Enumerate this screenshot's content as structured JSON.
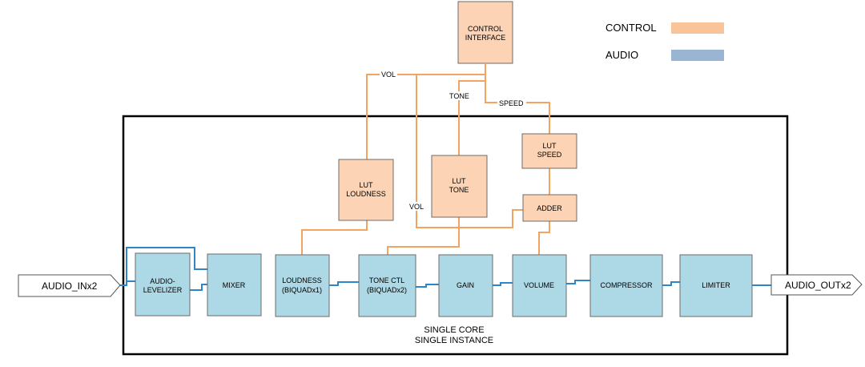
{
  "legend": {
    "control_label": "CONTROL",
    "audio_label": "AUDIO",
    "control_color": "#F9C49A",
    "audio_color": "#9AB4D4"
  },
  "colors": {
    "control_block_fill": "#FCD3B4",
    "audio_block_fill": "#ADD8E6",
    "control_line": "#F4A460",
    "audio_line": "#2E86C8",
    "frame": "#000000"
  },
  "control": {
    "interface_line1": "CONTROL",
    "interface_line2": "INTERFACE",
    "lut_loudness_line1": "LUT",
    "lut_loudness_line2": "LOUDNESS",
    "lut_tone_line1": "LUT",
    "lut_tone_line2": "TONE",
    "lut_speed_line1": "LUT",
    "lut_speed_line2": "SPEED",
    "adder": "ADDER",
    "signal_vol": "VOL",
    "signal_tone": "TONE",
    "signal_speed": "SPEED",
    "signal_vol_2": "VOL"
  },
  "audio": {
    "input": "AUDIO_INx2",
    "output": "AUDIO_OUTx2",
    "levelizer_line1": "AUDIO-",
    "levelizer_line2": "LEVELIZER",
    "mixer": "MIXER",
    "loudness_line1": "LOUDNESS",
    "loudness_line2": "(BIQUADx1)",
    "tonectl_line1": "TONE CTL",
    "tonectl_line2": "(BIQUADx2)",
    "gain": "GAIN",
    "volume": "VOLUME",
    "compressor": "COMPRESSOR",
    "limiter": "LIMITER"
  },
  "core": {
    "line1": "SINGLE CORE",
    "line2": "SINGLE INSTANCE"
  }
}
